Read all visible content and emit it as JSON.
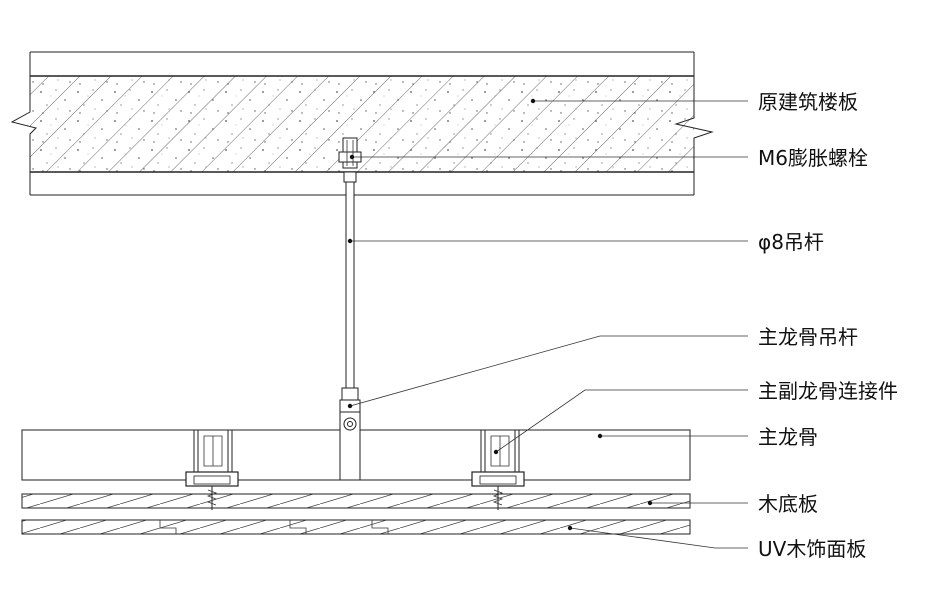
{
  "callouts": {
    "slab": "原建筑楼板",
    "bolt": "M6膨胀螺栓",
    "rod": "φ8吊杆",
    "main_hanger": "主龙骨吊杆",
    "connector": "主副龙骨连接件",
    "main_keel": "主龙骨",
    "base_board": "木底板",
    "uv_panel": "UV木饰面板"
  }
}
